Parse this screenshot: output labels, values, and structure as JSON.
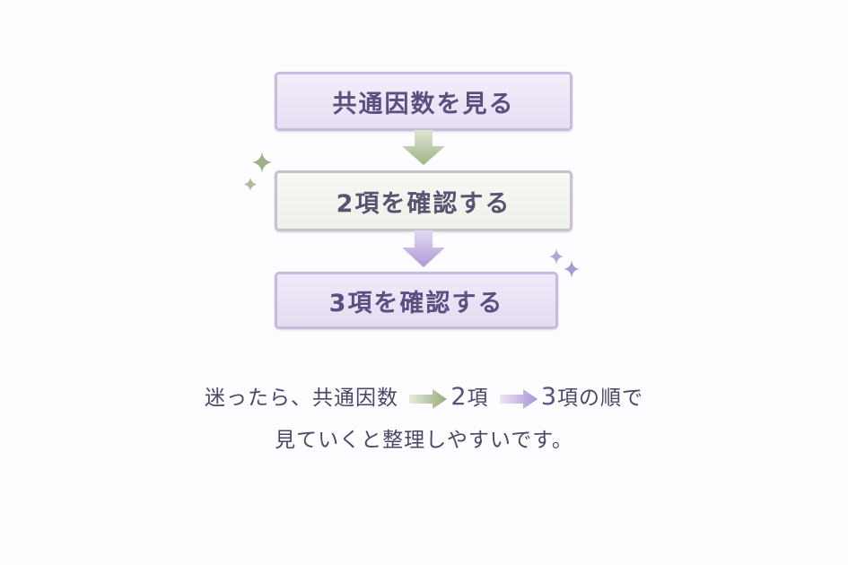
{
  "flow": {
    "steps": [
      {
        "label": "共通因数を見る"
      },
      {
        "label": "2項を確認する"
      },
      {
        "label": "3項を確認する"
      }
    ],
    "arrow_colors": [
      "#a7ba8e",
      "#b8a6dc"
    ],
    "box_colors": {
      "step1_fill": "#ece4f6",
      "step2_fill": "#f2f3ef",
      "step3_fill": "#e9e2f5"
    }
  },
  "caption": {
    "line1_prefix": "迷ったら、共通因数",
    "line1_step2_num": "2",
    "line1_step2_unit": "項",
    "line1_step3_num": "3",
    "line1_step3_unit": "項の順で",
    "line2": "見ていくと整理しやすいです。"
  }
}
